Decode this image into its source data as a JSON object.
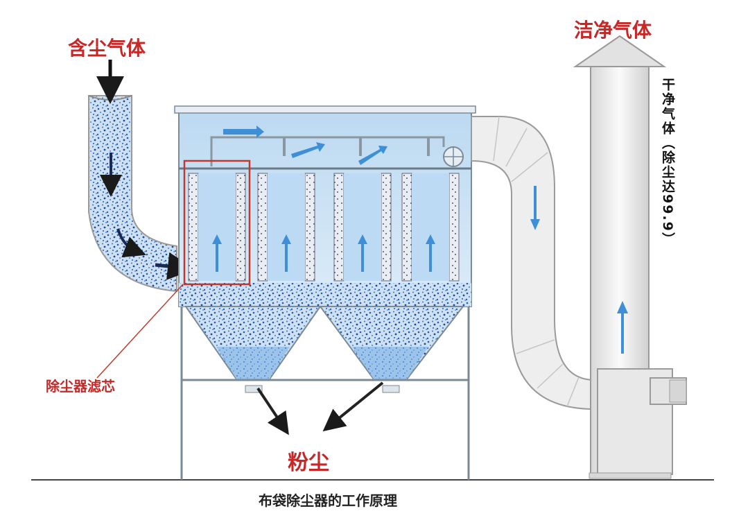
{
  "labels": {
    "inlet": "含尘气体",
    "clean_gas": "洁净气体",
    "dust": "粉尘",
    "filter_core": "除尘器滤芯",
    "clean_vertical": "干净气体（除尘达99.9）",
    "caption": "布袋除尘器的工作原理"
  },
  "colors": {
    "label_red": "#c62828",
    "flow_arrow_blue": "#3f8fd6",
    "dust_blue": "#2f6fc0",
    "housing_fill": "#cfe6f6",
    "highlight_box": "#c0392b",
    "pipe_fill": "#eeeeee"
  }
}
